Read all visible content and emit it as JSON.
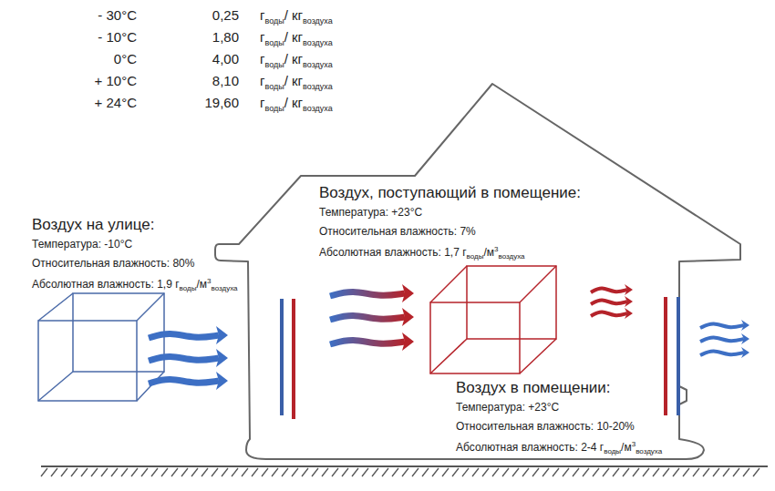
{
  "diagram": {
    "nodes": [
      {
        "text": [
          "Воздух на улице:",
          "Температура: -10°C",
          "Относительная влажность: 80%",
          "Абсолютная влажность: 1,9 г",
          "воды",
          "/м",
          "3",
          "воздуха"
        ]
      },
      {
        "text": [
          "Воздух, поступающий в помещение:",
          "Температура: +23°C",
          "Относительная влажность: 7%",
          "Абсолютная влажность: 1,7 г",
          "воды",
          "/м",
          "3",
          "воздуха"
        ]
      },
      {
        "text": [
          "Воздух в помещении:",
          "Температура: +23°C",
          "Относительная влажность: 10-20%",
          "Абсолютная влажность: 2-4 г",
          "воды",
          "/м",
          "3",
          "воздуха"
        ],
        "in": 1
      }
    ],
    "labels": [
      "- 30°C",
      "0,25",
      "г",
      "воды",
      "/ кг",
      "воздуха",
      "- 10°C",
      "1,80",
      "г",
      "воды",
      "/ кг",
      "воздуха",
      "0°C",
      "4,00",
      "г",
      "воды",
      "/ кг",
      "воздуха",
      "+ 10°C",
      "8,10",
      "г",
      "воды",
      "/ кг",
      "воздуха",
      "+ 24°C",
      "19,60",
      "г",
      "воды",
      "/ кг",
      "воздуха"
    ]
  }
}
